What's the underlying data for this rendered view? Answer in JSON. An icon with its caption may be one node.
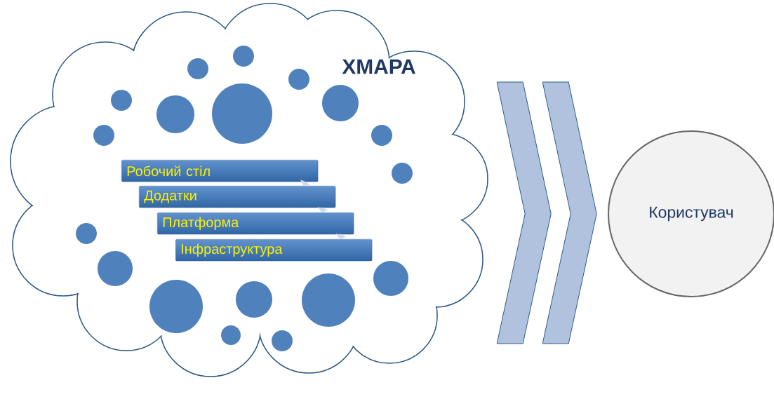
{
  "diagram": {
    "nodes": [
      {
        "text": [
          "ХМАРА"
        ]
      },
      {
        "text": [
          "Робочий стіл"
        ],
        "in": 0
      },
      {
        "text": [
          "Додатки"
        ],
        "in": 0
      },
      {
        "text": [
          "Платформа"
        ],
        "in": 0
      },
      {
        "text": [
          "Інфраструктура"
        ],
        "in": 0
      },
      {
        "text": [
          "Користувач"
        ]
      }
    ],
    "edges": [
      {
        "from": 1,
        "to": 2,
        "arrow": "to"
      },
      {
        "from": 2,
        "to": 3,
        "arrow": "to"
      },
      {
        "from": 3,
        "to": 4,
        "arrow": "to"
      },
      {
        "from": 0,
        "to": 5,
        "arrow": "to",
        "color": "#2e5a8a"
      },
      {
        "from": 0,
        "to": 5,
        "arrow": "to",
        "color": "#2e5a8a"
      }
    ]
  }
}
